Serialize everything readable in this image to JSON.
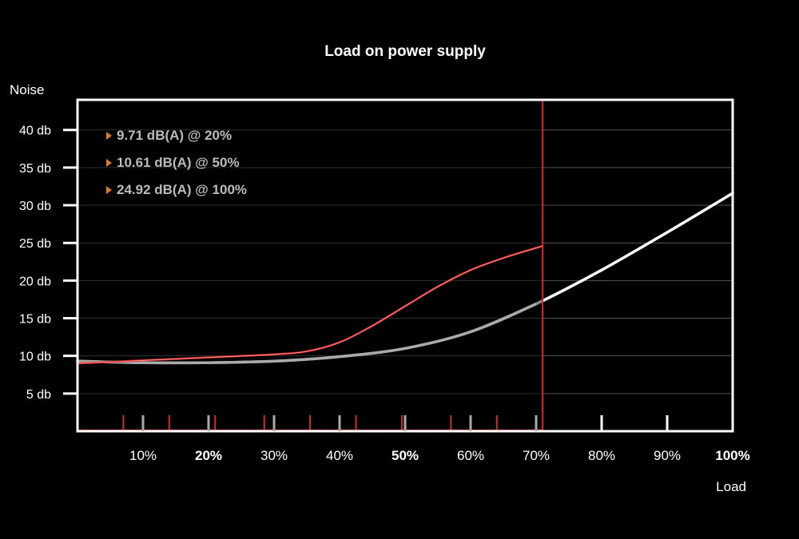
{
  "chart_data": {
    "type": "line",
    "title": "Load on power supply",
    "xlabel": "Load",
    "ylabel": "Noise",
    "xlim": [
      0,
      100
    ],
    "ylim": [
      0,
      44
    ],
    "grid": true,
    "legend_position": "top-left",
    "x_ticks": [
      {
        "value": 10,
        "label": "10%",
        "bold": false
      },
      {
        "value": 20,
        "label": "20%",
        "bold": true
      },
      {
        "value": 30,
        "label": "30%",
        "bold": false
      },
      {
        "value": 40,
        "label": "40%",
        "bold": false
      },
      {
        "value": 50,
        "label": "50%",
        "bold": true
      },
      {
        "value": 60,
        "label": "60%",
        "bold": false
      },
      {
        "value": 70,
        "label": "70%",
        "bold": false
      },
      {
        "value": 80,
        "label": "80%",
        "bold": false
      },
      {
        "value": 90,
        "label": "90%",
        "bold": false
      },
      {
        "value": 100,
        "label": "100%",
        "bold": true
      }
    ],
    "y_ticks": [
      {
        "value": 5,
        "label": "5 db"
      },
      {
        "value": 10,
        "label": "10 db"
      },
      {
        "value": 15,
        "label": "15 db"
      },
      {
        "value": 20,
        "label": "20 db"
      },
      {
        "value": 25,
        "label": "25 db"
      },
      {
        "value": 30,
        "label": "30 db"
      },
      {
        "value": 35,
        "label": "35 db"
      },
      {
        "value": 40,
        "label": "40 db"
      }
    ],
    "annotations": [
      {
        "text": "9.71 dB(A) @ 20%",
        "color": "#bbbbbb"
      },
      {
        "text": "10.61 dB(A) @ 50%",
        "color": "#bbbbbb"
      },
      {
        "text": "24.92 dB(A) @ 100%",
        "color": "#bbbbbb"
      }
    ],
    "series": [
      {
        "color": "#ffffff",
        "x": [
          0,
          10,
          20,
          30,
          40,
          50,
          60,
          70,
          80,
          90,
          100
        ],
        "y": [
          9.3,
          9.1,
          9.1,
          9.3,
          9.9,
          11.0,
          13.2,
          16.9,
          21.4,
          26.4,
          31.6
        ]
      },
      {
        "color": "#d42a2a",
        "x": [
          0,
          10,
          20,
          30,
          35,
          40,
          45,
          50,
          55,
          60,
          65,
          71
        ],
        "y": [
          9.0,
          9.4,
          9.8,
          10.2,
          10.6,
          11.8,
          14.0,
          16.6,
          19.2,
          21.4,
          23.0,
          24.6
        ]
      }
    ],
    "colors": {
      "background": "#000000",
      "axis": "#ffffff",
      "grid": "#555555",
      "highlight": "#d42a2a",
      "marker": "#e07a20"
    }
  }
}
